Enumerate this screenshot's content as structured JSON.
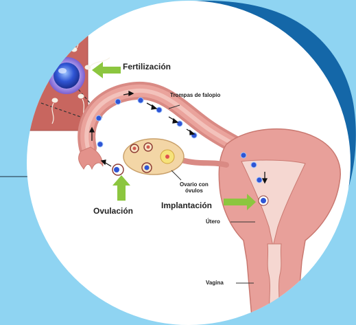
{
  "labels": {
    "fertilization": "Fertilización",
    "fallopian_tubes": "Trompas de falopio",
    "ovary_line1": "Ovario con",
    "ovary_line2": "óvulos",
    "ovulation": "Ovulación",
    "implantation": "Implantación",
    "uterus": "Útero",
    "vagina": "Vagina"
  },
  "colors": {
    "background": "#8fd4f2",
    "dark_blob": "#1467a8",
    "circle": "#ffffff",
    "inset_panel": "#c8665f",
    "tissue": "#e8a09a",
    "tissue_dark": "#c97870",
    "egg": "#2f55d4",
    "arrow": "#8cc63f"
  },
  "icons": [
    "green-arrow-icon",
    "sperm-icon",
    "egg-cell-icon"
  ]
}
